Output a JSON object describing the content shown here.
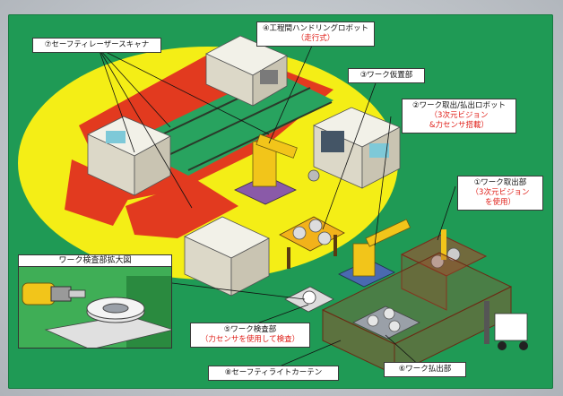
{
  "labels": {
    "safety_laser_scanner": "⑦セーフティレーザースキャナ",
    "handling_robot": "④工程間ハンドリングロボット",
    "handling_robot_note": "（走行式）",
    "work_temp_place": "③ワーク仮置部",
    "takeout_robot": "②ワーク取出/払出ロボット",
    "takeout_robot_note1": "（3次元ビジョン",
    "takeout_robot_note2": "&力センサ搭載）",
    "work_takeout": "①ワーク取出部",
    "work_takeout_note1": "（3次元ビジョン",
    "work_takeout_note2": "を使用）",
    "inspection_zoom": "ワーク検査部拡大図",
    "work_inspection": "⑤ワーク検査部",
    "work_inspection_note": "（力センサを使用して検査）",
    "safety_light_curtain": "⑧セーフティライトカーテン",
    "work_dispense": "⑥ワーク払出部"
  },
  "colors": {
    "floor": "#1f9a55",
    "safety_zone_yellow": "#f4ee16",
    "danger_zone_red": "#e23a1f",
    "callout_red_text": "#e0201a",
    "robot_yellow": "#f2c51a",
    "fence_brown": "#9a4a2a"
  }
}
